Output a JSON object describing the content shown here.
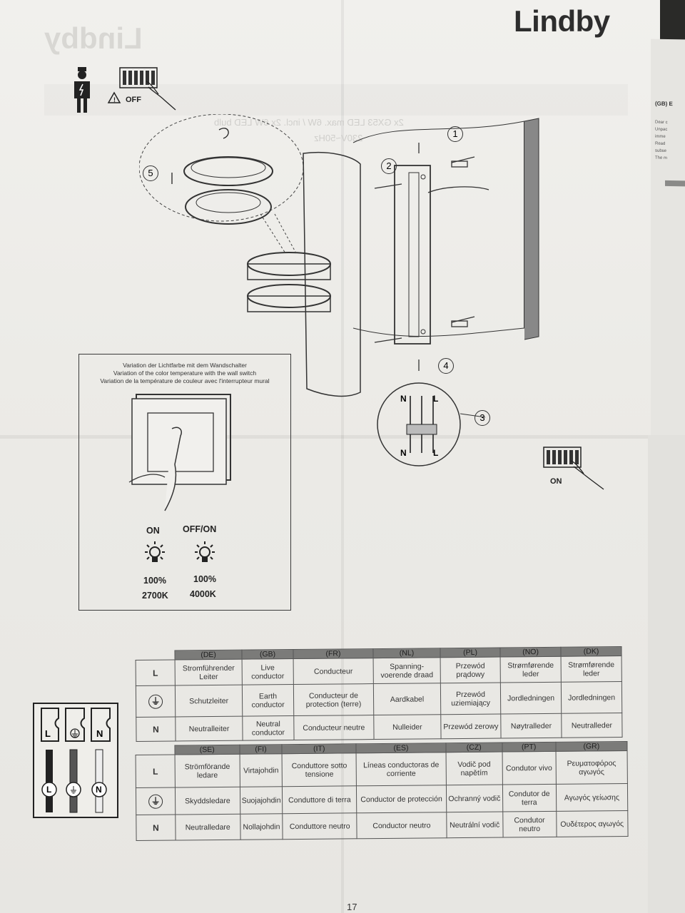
{
  "brand": "Lindby",
  "ghost": {
    "logo": "Lindby",
    "line1": "2x GX53 LED max. 6W / incl. 2x 6W LED bulb",
    "line2": "230V~50Hz"
  },
  "power": {
    "off_label": "OFF",
    "on_label": "ON"
  },
  "steps": [
    "1",
    "2",
    "3",
    "4",
    "5"
  ],
  "terminal": {
    "n": "N",
    "l": "L"
  },
  "switch_box": {
    "title_de": "Variation der Lichtfarbe mit dem Wandschalter",
    "title_gb": "Variation of the color temperature with the wall switch",
    "title_fr": "Variation de la température de couleur avec l'interrupteur mural",
    "mode1": {
      "label": "ON",
      "percent": "100%",
      "kelvin": "2700K"
    },
    "mode2": {
      "label": "OFF/ON",
      "percent": "100%",
      "kelvin": "4000K"
    }
  },
  "terminal_legend": {
    "l": "L",
    "n": "N"
  },
  "table1": {
    "langs": [
      "(DE)",
      "(GB)",
      "(FR)",
      "(NL)",
      "(PL)",
      "(NO)",
      "(DK)"
    ],
    "rows": [
      {
        "sym": "L",
        "cells": [
          "Stromführender Leiter",
          "Live conductor",
          "Conducteur",
          "Spanning-voerende draad",
          "Przewód prądowy",
          "Strømførende leder",
          "Strømførende leder"
        ]
      },
      {
        "sym": "earth",
        "cells": [
          "Schutzleiter",
          "Earth conductor",
          "Conducteur de protection (terre)",
          "Aardkabel",
          "Przewód uziemiający",
          "Jordledningen",
          "Jordledningen"
        ]
      },
      {
        "sym": "N",
        "cells": [
          "Neutralleiter",
          "Neutral conductor",
          "Conducteur neutre",
          "Nulleider",
          "Przewód zerowy",
          "Nøytralleder",
          "Neutralleder"
        ]
      }
    ]
  },
  "table2": {
    "langs": [
      "(SE)",
      "(FI)",
      "(IT)",
      "(ES)",
      "(CZ)",
      "(PT)",
      "(GR)"
    ],
    "rows": [
      {
        "sym": "L",
        "cells": [
          "Strömförande ledare",
          "Virtajohdin",
          "Conduttore sotto tensione",
          "Líneas conductoras de corriente",
          "Vodič pod napětím",
          "Condutor vivo",
          "Ρευματοφόρος αγωγός"
        ]
      },
      {
        "sym": "earth",
        "cells": [
          "Skyddsledare",
          "Suojajohdin",
          "Conduttore di terra",
          "Conductor de protección",
          "Ochranný vodič",
          "Condutor de terra",
          "Αγωγός γείωσης"
        ]
      },
      {
        "sym": "N",
        "cells": [
          "Neutralledare",
          "Nollajohdin",
          "Conduttore neutro",
          "Conductor neutro",
          "Neutrální vodič",
          "Condutor neutro",
          "Ουδέτερος αγωγός"
        ]
      }
    ]
  },
  "page_number": "17",
  "side_sheet": {
    "heading": "(GB) E",
    "lines": [
      "Dear c",
      "Unpac",
      "imme",
      "Read",
      "subse",
      "The m"
    ]
  }
}
